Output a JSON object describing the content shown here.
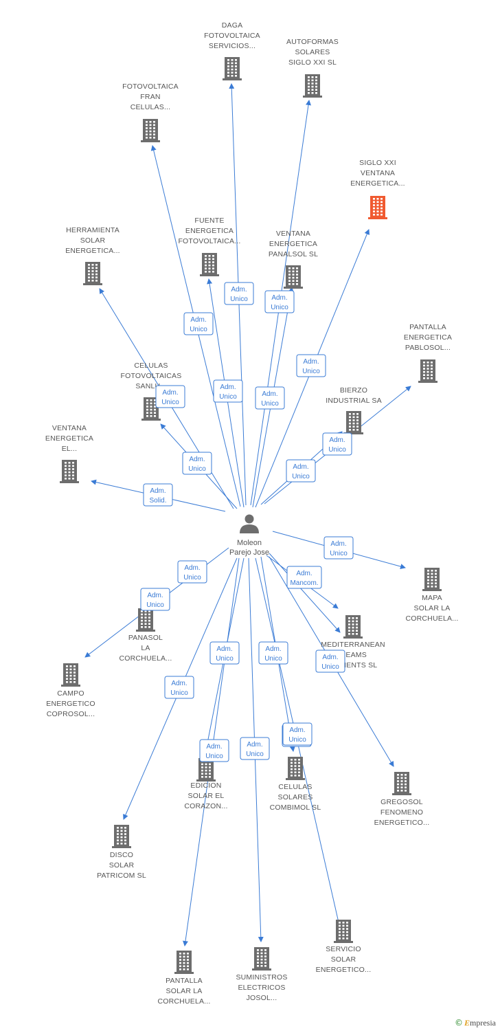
{
  "center": {
    "name_lines": [
      "Moleon",
      "Parejo Jose"
    ]
  },
  "colors": {
    "edge": "#3a7bd5",
    "building": "#6d6d6d",
    "highlight": "#f05a30",
    "text": "#555555"
  },
  "nodes": [
    {
      "id": "daga",
      "lines": [
        "DAGA",
        "FOTOVOLTAICA",
        "SERVICIOS..."
      ],
      "highlight": false
    },
    {
      "id": "autoformas",
      "lines": [
        "AUTOFORMAS",
        "SOLARES",
        "SIGLO XXI SL"
      ],
      "highlight": false
    },
    {
      "id": "fotofran",
      "lines": [
        "FOTOVOLTAICA",
        "FRAN",
        "CELULAS..."
      ],
      "highlight": false
    },
    {
      "id": "sigloxxi",
      "lines": [
        "SIGLO XXI",
        "VENTANA",
        "ENERGETICA..."
      ],
      "highlight": true
    },
    {
      "id": "herramienta",
      "lines": [
        "HERRAMIENTA",
        "SOLAR",
        "ENERGETICA..."
      ],
      "highlight": false
    },
    {
      "id": "fuente",
      "lines": [
        "FUENTE",
        "ENERGETICA",
        "FOTOVOLTAICA..."
      ],
      "highlight": false
    },
    {
      "id": "panalsol",
      "lines": [
        "VENTANA",
        "ENERGETICA",
        "PANALSOL SL"
      ],
      "highlight": false
    },
    {
      "id": "pablosol",
      "lines": [
        "PANTALLA",
        "ENERGETICA",
        "PABLOSOL..."
      ],
      "highlight": false
    },
    {
      "id": "sanlu",
      "lines": [
        "CELULAS",
        "FOTOVOLTAICAS",
        "SANLU..."
      ],
      "highlight": false
    },
    {
      "id": "bierzo",
      "lines": [
        "BIERZO",
        "INDUSTRIAL SA"
      ],
      "highlight": false
    },
    {
      "id": "ventanael",
      "lines": [
        "VENTANA",
        "ENERGETICA",
        "EL..."
      ],
      "highlight": false
    },
    {
      "id": "mapa",
      "lines": [
        "MAPA",
        "SOLAR LA",
        "CORCHUELA..."
      ],
      "highlight": false
    },
    {
      "id": "panasol",
      "lines": [
        "PANASOL",
        "LA",
        "CORCHUELA..."
      ],
      "highlight": false
    },
    {
      "id": "mediterranean",
      "lines": [
        "MEDITERRANEAN",
        "...EAMS",
        "...PMENTS SL"
      ],
      "highlight": false
    },
    {
      "id": "campo",
      "lines": [
        "CAMPO",
        "ENERGETICO",
        "COPROSOL..."
      ],
      "highlight": false
    },
    {
      "id": "edicion",
      "lines": [
        "EDICION",
        "SOLAR EL",
        "CORAZON..."
      ],
      "highlight": false
    },
    {
      "id": "combimol",
      "lines": [
        "CELULAS",
        "SOLARES",
        "COMBIMOL SL"
      ],
      "highlight": false
    },
    {
      "id": "gregosol",
      "lines": [
        "GREGOSOL",
        "FENOMENO",
        "ENERGETICO..."
      ],
      "highlight": false
    },
    {
      "id": "disco",
      "lines": [
        "DISCO",
        "SOLAR",
        "PATRICOM SL"
      ],
      "highlight": false
    },
    {
      "id": "servicio",
      "lines": [
        "SERVICIO",
        "SOLAR",
        "ENERGETICO..."
      ],
      "highlight": false
    },
    {
      "id": "pantallacorchuela",
      "lines": [
        "PANTALLA",
        "SOLAR LA",
        "CORCHUELA..."
      ],
      "highlight": false
    },
    {
      "id": "suministros",
      "lines": [
        "SUMINISTROS",
        "ELECTRICOS",
        "JOSOL..."
      ],
      "highlight": false
    }
  ],
  "badges": [
    {
      "lines": [
        "Adm.",
        "Unico"
      ]
    },
    {
      "lines": [
        "Adm.",
        "Unico"
      ]
    },
    {
      "lines": [
        "Adm.",
        "Unico"
      ]
    },
    {
      "lines": [
        "Adm.",
        "Unico"
      ]
    },
    {
      "lines": [
        "Adm.",
        "Unico"
      ]
    },
    {
      "lines": [
        "Adm.",
        "Unico"
      ]
    },
    {
      "lines": [
        "Adm.",
        "Unico"
      ]
    },
    {
      "lines": [
        "Adm.",
        "Unico"
      ]
    },
    {
      "lines": [
        "Adm.",
        "Unico"
      ]
    },
    {
      "lines": [
        "Adm.",
        "Unico"
      ]
    },
    {
      "lines": [
        "Adm.",
        "Solid."
      ]
    },
    {
      "lines": [
        "Adm.",
        "Unico"
      ]
    },
    {
      "lines": [
        "Adm.",
        "Unico"
      ]
    },
    {
      "lines": [
        "Adm.",
        "Unico"
      ]
    },
    {
      "lines": [
        "Adm.",
        "Mancom."
      ]
    },
    {
      "lines": [
        "Adm.",
        "Unico"
      ]
    },
    {
      "lines": [
        "Adm.",
        "Unico"
      ]
    },
    {
      "lines": [
        "Adm.",
        "Unico"
      ]
    },
    {
      "lines": [
        "Adm.",
        "Unico"
      ]
    },
    {
      "lines": [
        "Adm.",
        "Unico"
      ]
    },
    {
      "lines": [
        "Adm.",
        "Unico"
      ]
    },
    {
      "lines": [
        "Adm.",
        "Unico"
      ]
    },
    {
      "lines": [
        "Adm.",
        "Unico"
      ]
    }
  ],
  "watermark": {
    "symbol": "©",
    "initial": "E",
    "rest": "mpresia"
  }
}
